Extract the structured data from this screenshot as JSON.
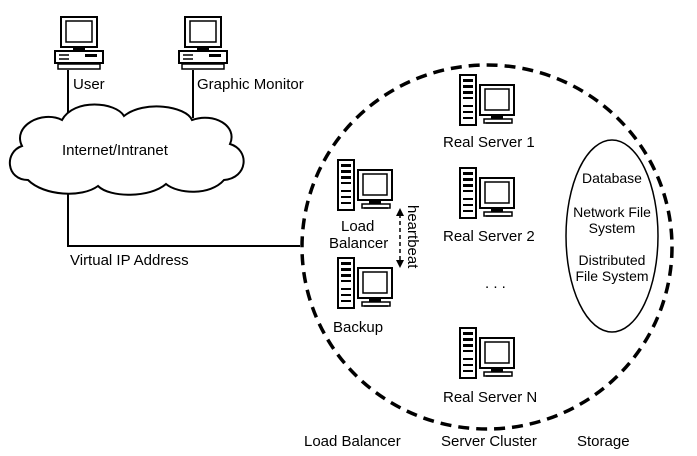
{
  "labels": {
    "user": "User",
    "graphic_monitor": "Graphic Monitor",
    "internet": "Internet/Intranet",
    "virtual_ip": "Virtual IP Address",
    "load_balancer_line1": "Load",
    "load_balancer_line2": "Balancer",
    "heartbeat": "heartbeat",
    "backup": "Backup",
    "real_server_1": "Real Server 1",
    "real_server_2": "Real Server 2",
    "ellipsis": ". . .",
    "real_server_n": "Real Server N",
    "storage_database": "Database",
    "storage_nfs_line1": "Network File",
    "storage_nfs_line2": "System",
    "storage_dfs_line1": "Distributed",
    "storage_dfs_line2": "File System"
  },
  "captions": {
    "load_balancer": "Load Balancer",
    "server_cluster": "Server Cluster",
    "storage": "Storage"
  },
  "icons": {
    "desktop": "desktop-computer-icon",
    "server": "tower-server-icon",
    "cloud": "cloud-icon"
  }
}
